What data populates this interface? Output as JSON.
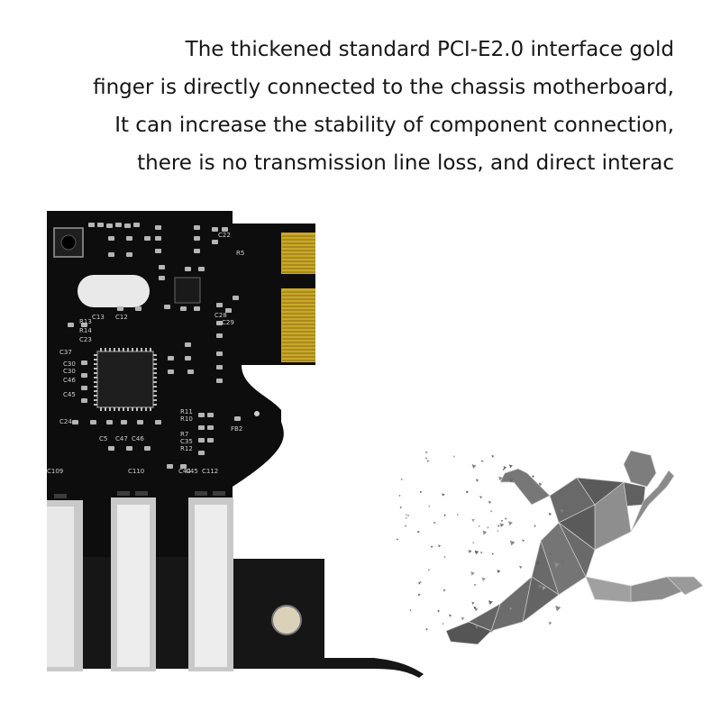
{
  "caption": {
    "lines": [
      "The thickened standard PCI-E2.0 interface gold",
      "finger is directly connected to the chassis motherboard,",
      "It can increase the stability of component connection,",
      "there is no transmission line loss, and direct interac"
    ]
  },
  "pcb": {
    "silkscreen": [
      "R5",
      "C22",
      "C13",
      "C12",
      "R13",
      "R14",
      "C23",
      "C28",
      "C29",
      "C37",
      "C30",
      "C30",
      "C46",
      "C45",
      "C24",
      "R11",
      "R10",
      "FB2",
      "R7",
      "C35",
      "R12",
      "C5",
      "C47",
      "C46",
      "C44",
      "C45",
      "C109",
      "C110",
      "C112"
    ]
  },
  "colors": {
    "board": "#0d0d0d",
    "gold_finger": "#d9b62a",
    "bracket": "#1a1a1a",
    "runner": "#6e6e6e"
  }
}
